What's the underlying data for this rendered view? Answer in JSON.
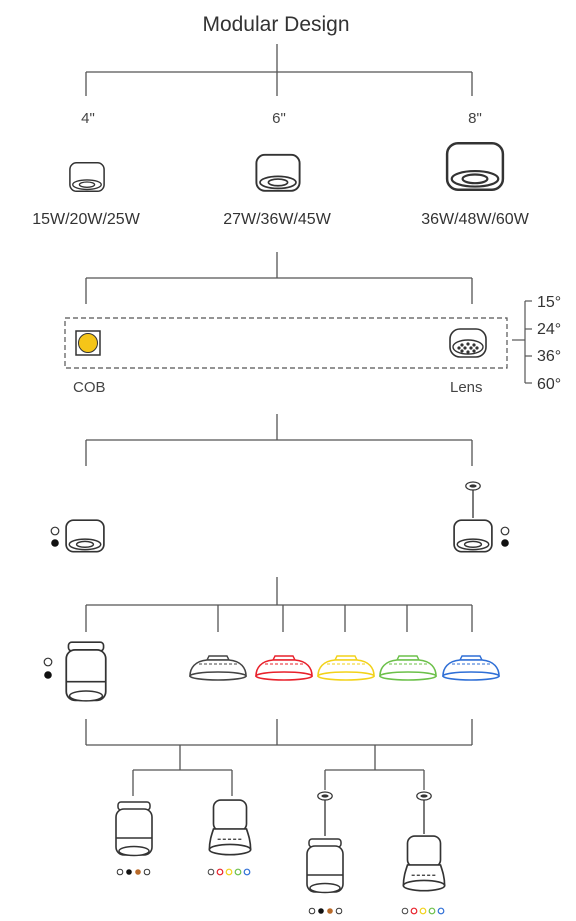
{
  "title": "Modular Design",
  "sizes": [
    {
      "size": "4\"",
      "wattage": "15W/20W/25W"
    },
    {
      "size": "6\"",
      "wattage": "27W/36W/45W"
    },
    {
      "size": "8\"",
      "wattage": "36W/48W/60W"
    }
  ],
  "light_source": {
    "cob_label": "COB",
    "lens_label": "Lens",
    "beam_angles": [
      "15°",
      "24°",
      "36°",
      "60°"
    ]
  },
  "colors": {
    "line": "#555555",
    "cob_chip": "#f5c518",
    "reflector_white": "#444444",
    "reflector_red": "#e8212b",
    "reflector_yellow": "#f2d21a",
    "reflector_green": "#6cc04a",
    "reflector_blue": "#2f6fd6",
    "finish_dot_brown": "#b86a2a"
  },
  "reflector_colors": [
    "white",
    "red",
    "yellow",
    "green",
    "blue"
  ],
  "icons": [
    "surface-mount-downlight-icon",
    "cob-chip-icon",
    "lens-icon",
    "pendant-downlight-icon",
    "cylinder-housing-icon",
    "reflector-shade-icon",
    "black-white-finish-dots-icon"
  ]
}
